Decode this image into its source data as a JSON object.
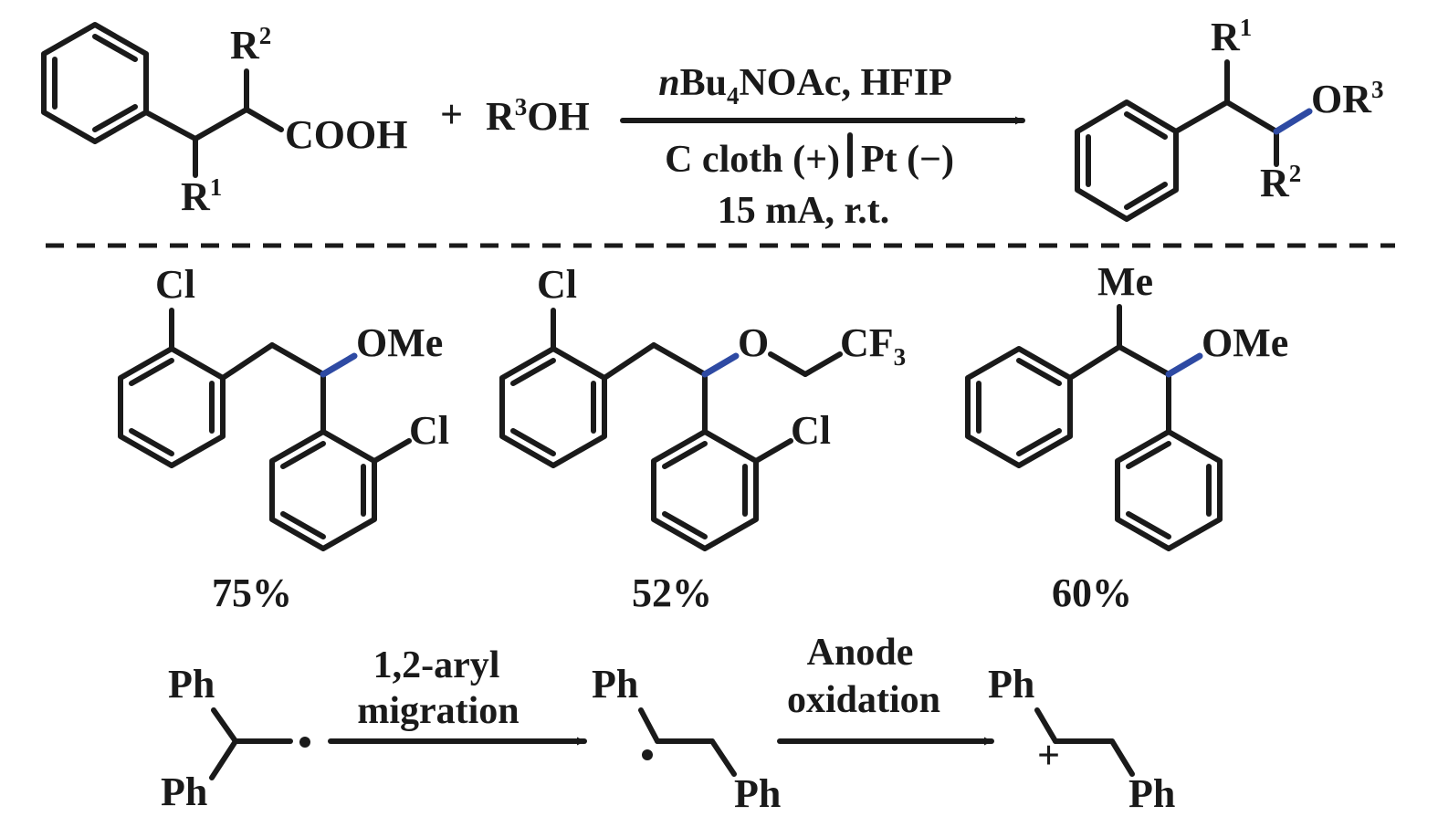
{
  "colors": {
    "ink": "#1a1a1a",
    "new_bond": "#2e4aa3"
  },
  "reaction": {
    "reactant": {
      "r2": "R",
      "r2_sup": "2",
      "r1": "R",
      "r1_sup": "1",
      "acid": "COOH"
    },
    "plus": "+",
    "alcohol": {
      "prefix": "R",
      "sup": "3",
      "suffix": "OH"
    },
    "conditions": {
      "line1_italic": "n",
      "line1_a": "Bu",
      "line1_sub": "4",
      "line1_b": "NOAc, HFIP",
      "anode": "C cloth (+)",
      "cathode": "Pt (−)",
      "line3": "15 mA, r.t."
    },
    "product": {
      "r1": "R",
      "r1_sup": "1",
      "or3": "OR",
      "or3_sup": "3",
      "r2": "R",
      "r2_sup": "2"
    }
  },
  "examples": [
    {
      "cl_top": "Cl",
      "ether": "OMe",
      "cl_side": "Cl",
      "yield": "75%"
    },
    {
      "cl_top": "Cl",
      "ether_o": "O",
      "ether_cf": "CF",
      "ether_sub": "3",
      "cl_side": "Cl",
      "yield": "52%"
    },
    {
      "me": "Me",
      "ether": "OMe",
      "yield": "60%"
    }
  ],
  "mechanism": {
    "ph_a1": "Ph",
    "ph_a2": "Ph",
    "step1_line1": "1,2-aryl",
    "step1_line2": "migration",
    "ph_b1": "Ph",
    "ph_b2": "Ph",
    "step2_line1": "Anode",
    "step2_line2": "oxidation",
    "ph_c1": "Ph",
    "ph_c2": "Ph",
    "cation": "+"
  }
}
